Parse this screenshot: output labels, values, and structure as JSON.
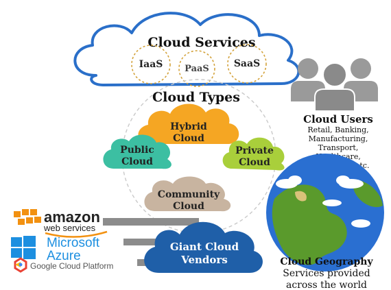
{
  "cloud_services": {
    "title": "Cloud Services",
    "items": [
      "IaaS",
      "PaaS",
      "SaaS"
    ]
  },
  "cloud_types": {
    "title": "Cloud Types",
    "hybrid": [
      "Hybrid",
      "Cloud"
    ],
    "public": [
      "Public",
      "Cloud"
    ],
    "private": [
      "Private",
      "Cloud"
    ],
    "community": [
      "Community",
      "Cloud"
    ]
  },
  "cloud_users": {
    "title": "Cloud Users",
    "lines": [
      "Retail, Banking,",
      "Manufacturing,",
      "Transport,",
      "Healthcare,",
      "Telecom, IT, etc."
    ]
  },
  "vendors": {
    "title": [
      "Giant Cloud",
      "Vendors"
    ],
    "amazon": [
      "amazon",
      "web services"
    ],
    "microsoft": [
      "Microsoft",
      "Azure"
    ],
    "google": "Google Cloud Platform"
  },
  "geography": {
    "title": "Cloud Geography",
    "lines": [
      "Services provided",
      "across the world"
    ]
  },
  "colors": {
    "services_outline": "#2a6fc9",
    "hybrid": "#f5a623",
    "public": "#3cbfa2",
    "private": "#a9cf3b",
    "community": "#c8b4a0",
    "vendor_cloud": "#1f5fa8",
    "users": "#9a9a9a",
    "globe_ocean": "#2a6fd1",
    "globe_land": "#5a9a2c"
  }
}
